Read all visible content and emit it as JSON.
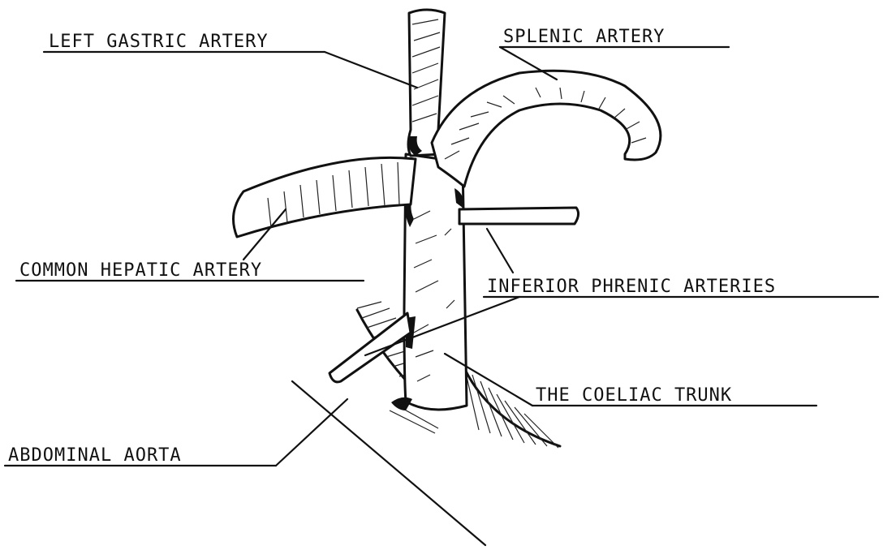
{
  "labels": {
    "left_gastric": "LEFT GASTRIC ARTERY",
    "splenic": "SPLENIC ARTERY",
    "common_hepatic": "COMMON HEPATIC ARTERY",
    "inferior_phrenic": "INFERIOR PHRENIC ARTERIES",
    "coeliac_trunk": "THE COELIAC TRUNK",
    "abdominal_aorta": "ABDOMINAL AORTA"
  },
  "colors": {
    "ink": "#111111",
    "paper": "#ffffff"
  }
}
